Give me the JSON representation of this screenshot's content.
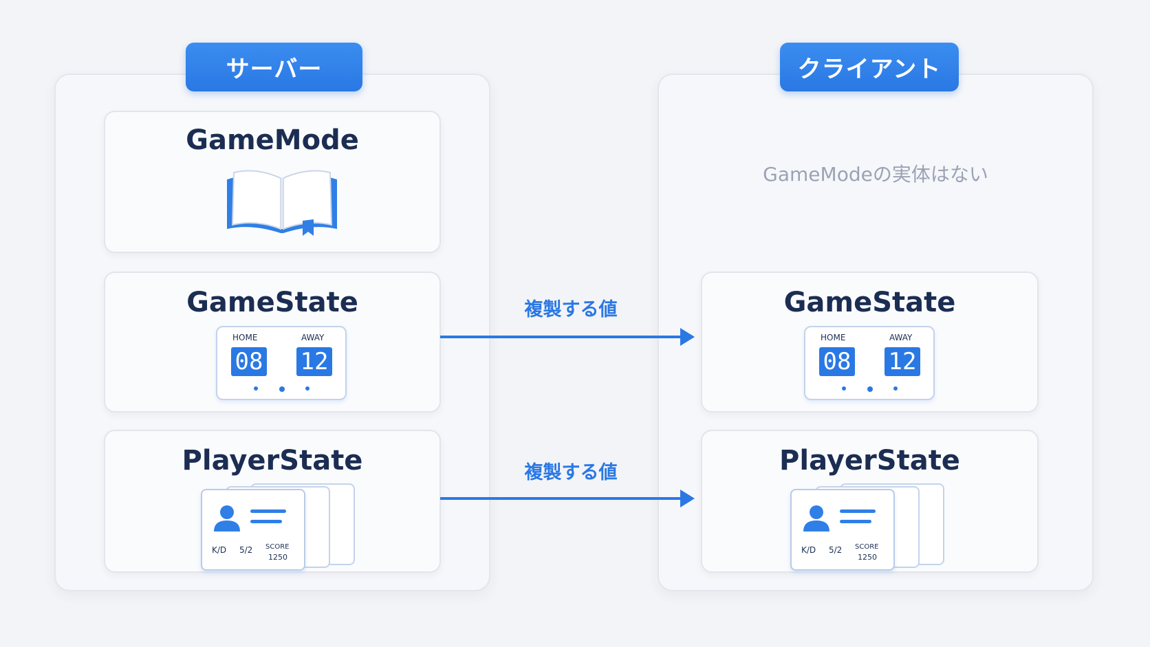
{
  "server": {
    "label": "サーバー",
    "cards": {
      "gamemode": {
        "title": "GameMode"
      },
      "gamestate": {
        "title": "GameState",
        "home_label": "HOME",
        "away_label": "AWAY",
        "home_score": "08",
        "away_score": "12"
      },
      "playerstate": {
        "title": "PlayerState",
        "kd_label": "K/D",
        "kd_value": "5/2",
        "score_label": "SCORE",
        "score_value": "1250"
      }
    }
  },
  "client": {
    "label": "クライアント",
    "no_gamemode_note": "GameModeの実体はない",
    "cards": {
      "gamestate": {
        "title": "GameState",
        "home_label": "HOME",
        "away_label": "AWAY",
        "home_score": "08",
        "away_score": "12"
      },
      "playerstate": {
        "title": "PlayerState",
        "kd_label": "K/D",
        "kd_value": "5/2",
        "score_label": "SCORE",
        "score_value": "1250"
      }
    }
  },
  "arrows": [
    {
      "label": "複製する値"
    },
    {
      "label": "複製する値"
    }
  ],
  "colors": {
    "accent": "#2a78e4",
    "title": "#1b2d52",
    "muted": "#9aa3b5"
  },
  "icons": [
    "open-book-icon",
    "scoreboard-icon",
    "player-card-icon",
    "arrow-right-icon"
  ]
}
